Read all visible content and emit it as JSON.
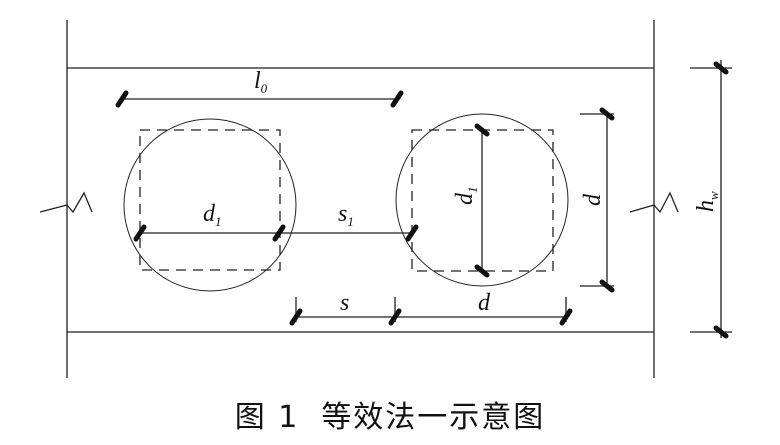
{
  "labels": {
    "l0_main": "l",
    "l0_sub": "0",
    "d1_left_main": "d",
    "d1_left_sub": "1",
    "s1_main": "s",
    "s1_sub": "1",
    "d1_right_main": "d",
    "d1_right_sub": "1",
    "d_right": "d",
    "s_bottom": "s",
    "d_bottom": "d",
    "hw_main": "h",
    "hw_sub": "w"
  },
  "caption": {
    "figure": "图 1",
    "text": "等效法一示意图"
  }
}
